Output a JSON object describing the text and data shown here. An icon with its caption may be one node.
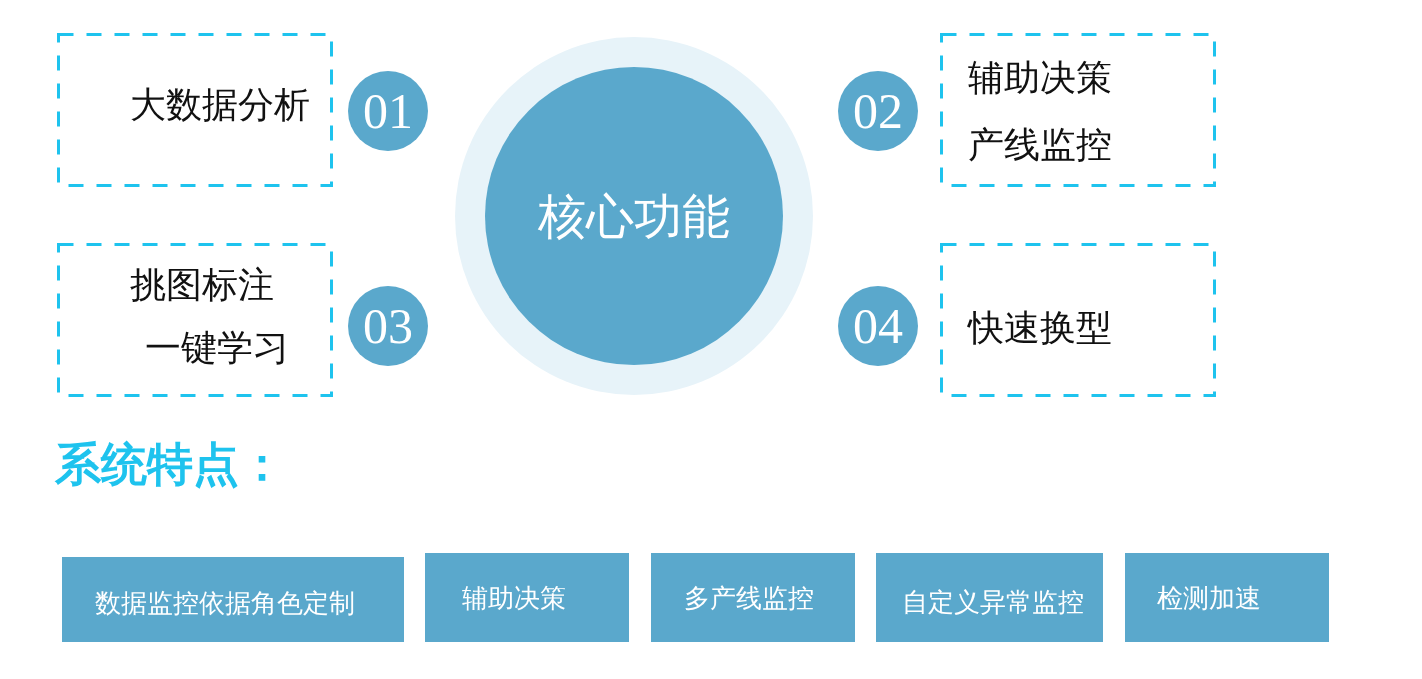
{
  "diagram": {
    "nodes": [
      {
        "text": [
          "大数据分析"
        ]
      },
      {
        "text": [
          "01"
        ]
      },
      {
        "text": [
          "核心功能"
        ]
      },
      {
        "text": [
          "02"
        ]
      },
      {
        "text": [
          "辅助决策",
          "产线监控"
        ]
      },
      {
        "text": [
          "挑图标注",
          "一键学习"
        ]
      },
      {
        "text": [
          "03"
        ]
      },
      {
        "text": [
          "04"
        ]
      },
      {
        "text": [
          "快速换型"
        ]
      },
      {
        "text": [
          "数据监控依据角色定制"
        ]
      },
      {
        "text": [
          "辅助决策"
        ]
      },
      {
        "text": [
          "多产线监控"
        ]
      },
      {
        "text": [
          "自定义异常监控"
        ]
      },
      {
        "text": [
          "检测加速"
        ]
      }
    ],
    "labels": [
      "系统特点："
    ]
  }
}
